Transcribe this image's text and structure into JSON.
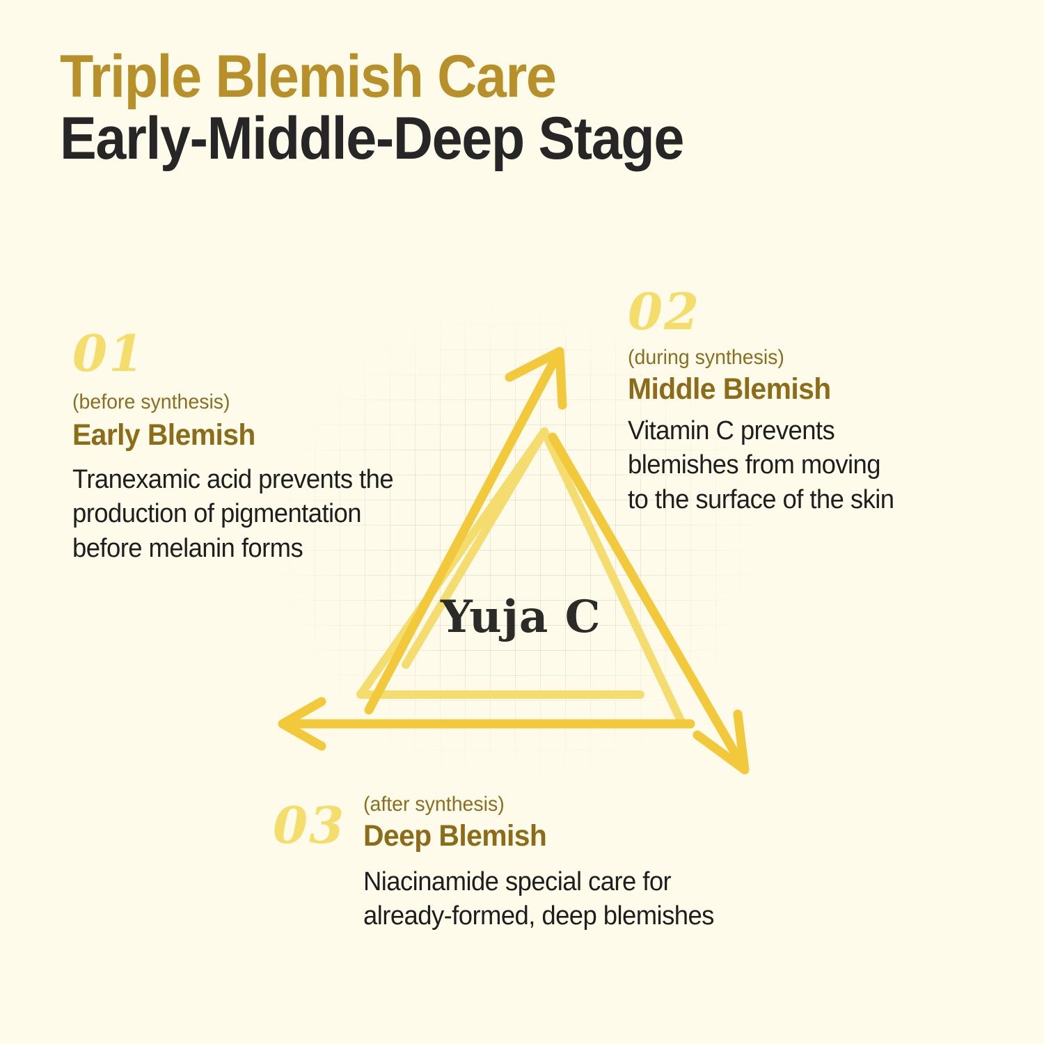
{
  "palette": {
    "background": "#FFFBEA",
    "headline_gold": "#B8902A",
    "headline_dark": "#262626",
    "stage_number": "#F5DD6B",
    "stage_subtitle": "#8A6E22",
    "stage_title": "#8C6C19",
    "body_text": "#1E1E1E",
    "arrow_yellow": "#F2C93B",
    "inner_triangle_yellow": "#F5DC6E",
    "grid_line": "#787D6E"
  },
  "headline": {
    "line1": "Triple Blemish Care",
    "line2": "Early-Middle-Deep Stage"
  },
  "diagram": {
    "brand_label": "Yuja C",
    "arrows": [
      {
        "name": "arrow-up-right",
        "direction": "up-right",
        "from": "bottom-left",
        "to": "top-apex"
      },
      {
        "name": "arrow-down-right",
        "direction": "down-right",
        "from": "top-apex",
        "to": "bottom-right"
      },
      {
        "name": "arrow-left",
        "direction": "left",
        "from": "bottom-right",
        "to": "bottom-left"
      }
    ],
    "inner_triangle": "open-stroke-triangle"
  },
  "stages": [
    {
      "number": "01",
      "subtitle": "(before synthesis)",
      "title": "Early Blemish",
      "body_lines": [
        "Tranexamic acid prevents the",
        "production of pigmentation",
        "before melanin forms"
      ]
    },
    {
      "number": "02",
      "subtitle": "(during synthesis)",
      "title": "Middle Blemish",
      "body_lines": [
        "Vitamin C prevents",
        "blemishes from moving",
        "to the surface of the skin"
      ]
    },
    {
      "number": "03",
      "subtitle": "(after synthesis)",
      "title": "Deep Blemish",
      "body_lines": [
        "Niacinamide special care for",
        "already-formed, deep blemishes"
      ]
    }
  ]
}
